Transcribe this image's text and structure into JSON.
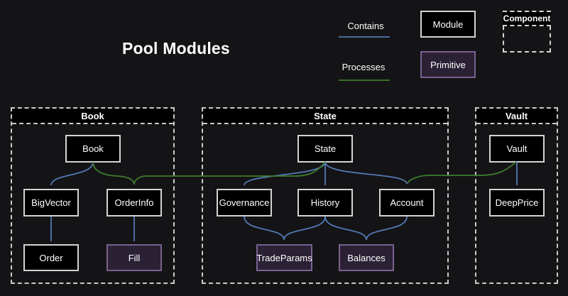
{
  "title": "Pool Modules",
  "colors": {
    "background": "#141416",
    "node_fill": "#000000",
    "node_border": "#d4d4d4",
    "primitive_fill": "#2a2135",
    "primitive_border": "#7a6190",
    "container_border": "#c9c9c9",
    "contains_arrow": "#5379b4",
    "processes_arrow": "#3e7c2e",
    "text": "#ffffff"
  },
  "legend": {
    "contains_label": "Contains",
    "processes_label": "Processes",
    "module_label": "Module",
    "primitive_label": "Primitive",
    "component_label": "Component"
  },
  "containers": [
    {
      "label": "Book",
      "nodes": [
        {
          "label": "Book",
          "type": "module"
        },
        {
          "label": "BigVector",
          "type": "module"
        },
        {
          "label": "OrderInfo",
          "type": "module"
        },
        {
          "label": "Order",
          "type": "module"
        },
        {
          "label": "Fill",
          "type": "primitive"
        }
      ]
    },
    {
      "label": "State",
      "nodes": [
        {
          "label": "State",
          "type": "module"
        },
        {
          "label": "Governance",
          "type": "module"
        },
        {
          "label": "History",
          "type": "module"
        },
        {
          "label": "Account",
          "type": "module"
        },
        {
          "label": "TradeParams",
          "type": "primitive"
        },
        {
          "label": "Balances",
          "type": "primitive"
        }
      ]
    },
    {
      "label": "Vault",
      "nodes": [
        {
          "label": "Vault",
          "type": "module"
        },
        {
          "label": "DeepPrice",
          "type": "module"
        }
      ]
    }
  ],
  "edges": [
    {
      "from": "Book",
      "to": "BigVector",
      "type": "contains"
    },
    {
      "from": "BigVector",
      "to": "Order",
      "type": "contains"
    },
    {
      "from": "OrderInfo",
      "to": "Fill",
      "type": "contains"
    },
    {
      "from": "State",
      "to": "Governance",
      "type": "contains"
    },
    {
      "from": "State",
      "to": "History",
      "type": "contains"
    },
    {
      "from": "State",
      "to": "Account",
      "type": "contains"
    },
    {
      "from": "Governance",
      "to": "TradeParams",
      "type": "contains"
    },
    {
      "from": "History",
      "to": "TradeParams",
      "type": "contains"
    },
    {
      "from": "History",
      "to": "Balances",
      "type": "contains"
    },
    {
      "from": "Account",
      "to": "Balances",
      "type": "contains"
    },
    {
      "from": "Vault",
      "to": "DeepPrice",
      "type": "contains"
    },
    {
      "from": "Book",
      "to": "OrderInfo",
      "type": "processes"
    },
    {
      "from": "State",
      "to": "OrderInfo",
      "type": "processes"
    },
    {
      "from": "Vault",
      "to": "Account",
      "type": "processes"
    }
  ]
}
